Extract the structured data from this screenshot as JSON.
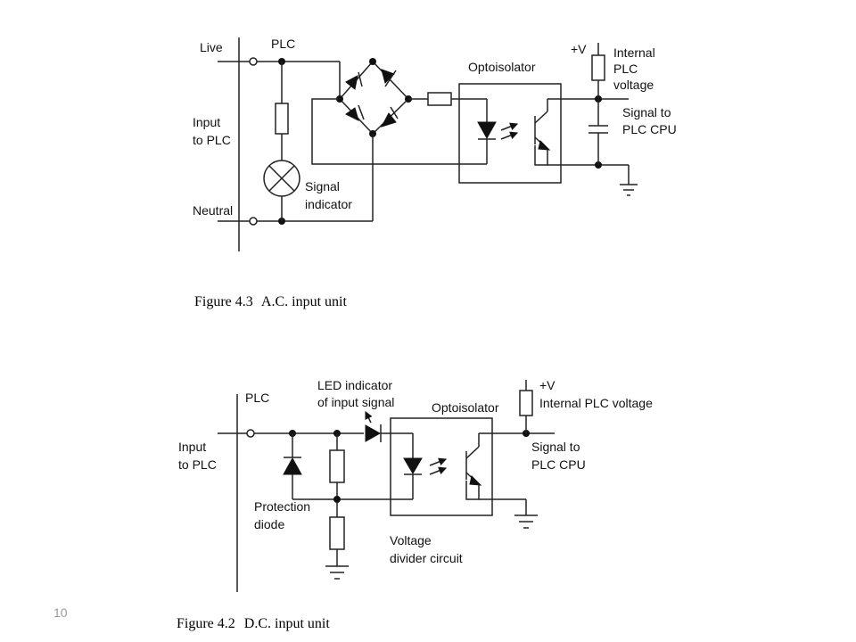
{
  "ac_figure": {
    "labels": {
      "live": "Live",
      "plc": "PLC",
      "optoisolator": "Optoisolator",
      "plus_v": "+V",
      "internal_1": "Internal",
      "internal_2": "PLC",
      "internal_3": "voltage",
      "input_1": "Input",
      "input_2": "to PLC",
      "signal_to": "Signal to",
      "plc_cpu": "PLC CPU",
      "neutral": "Neutral",
      "signal": "Signal",
      "indicator": "indicator"
    },
    "caption_number": "Figure 4.3",
    "caption_title": "A.C. input unit"
  },
  "dc_figure": {
    "labels": {
      "plc": "PLC",
      "led_1": "LED indicator",
      "led_2": "of input signal",
      "optoisolator": "Optoisolator",
      "plus_v": "+V",
      "internal": "Internal PLC voltage",
      "input_1": "Input",
      "input_2": "to PLC",
      "signal_to": "Signal to",
      "plc_cpu": "PLC CPU",
      "protection": "Protection",
      "diode": "diode",
      "voltage": "Voltage",
      "divider": "divider circuit"
    },
    "caption_number": "Figure 4.2",
    "caption_title": "D.C. input unit"
  },
  "page_number": "10"
}
